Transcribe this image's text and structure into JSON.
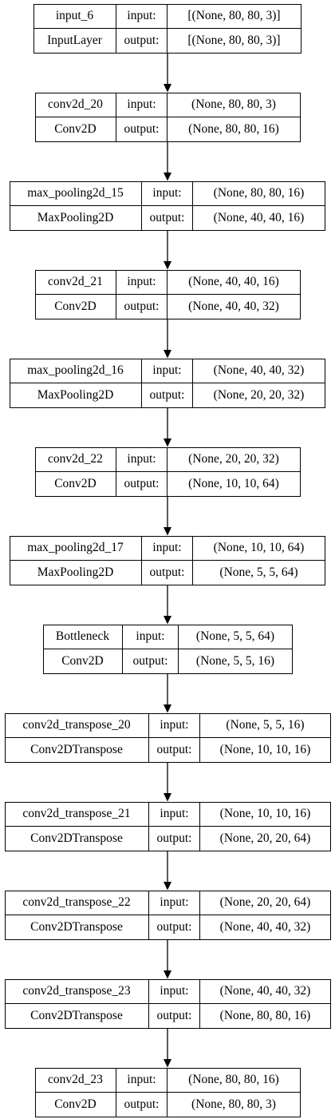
{
  "colors": {
    "stroke": "#000000",
    "background": "#ffffff"
  },
  "layers": [
    {
      "name": "input_6",
      "type": "InputLayer",
      "input_label": "input:",
      "output_label": "output:",
      "input": "[(None, 80, 80, 3)]",
      "output": "[(None, 80, 80, 3)]"
    },
    {
      "name": "conv2d_20",
      "type": "Conv2D",
      "input_label": "input:",
      "output_label": "output:",
      "input": "(None, 80, 80, 3)",
      "output": "(None, 80, 80, 16)"
    },
    {
      "name": "max_pooling2d_15",
      "type": "MaxPooling2D",
      "input_label": "input:",
      "output_label": "output:",
      "input": "(None, 80, 80, 16)",
      "output": "(None, 40, 40, 16)"
    },
    {
      "name": "conv2d_21",
      "type": "Conv2D",
      "input_label": "input:",
      "output_label": "output:",
      "input": "(None, 40, 40, 16)",
      "output": "(None, 40, 40, 32)"
    },
    {
      "name": "max_pooling2d_16",
      "type": "MaxPooling2D",
      "input_label": "input:",
      "output_label": "output:",
      "input": "(None, 40, 40, 32)",
      "output": "(None, 20, 20, 32)"
    },
    {
      "name": "conv2d_22",
      "type": "Conv2D",
      "input_label": "input:",
      "output_label": "output:",
      "input": "(None, 20, 20, 32)",
      "output": "(None, 10, 10, 64)"
    },
    {
      "name": "max_pooling2d_17",
      "type": "MaxPooling2D",
      "input_label": "input:",
      "output_label": "output:",
      "input": "(None, 10, 10, 64)",
      "output": "(None, 5, 5, 64)"
    },
    {
      "name": "Bottleneck",
      "type": "Conv2D",
      "input_label": "input:",
      "output_label": "output:",
      "input": "(None, 5, 5, 64)",
      "output": "(None, 5, 5, 16)"
    },
    {
      "name": "conv2d_transpose_20",
      "type": "Conv2DTranspose",
      "input_label": "input:",
      "output_label": "output:",
      "input": "(None, 5, 5, 16)",
      "output": "(None, 10, 10, 16)"
    },
    {
      "name": "conv2d_transpose_21",
      "type": "Conv2DTranspose",
      "input_label": "input:",
      "output_label": "output:",
      "input": "(None, 10, 10, 16)",
      "output": "(None, 20, 20, 64)"
    },
    {
      "name": "conv2d_transpose_22",
      "type": "Conv2DTranspose",
      "input_label": "input:",
      "output_label": "output:",
      "input": "(None, 20, 20, 64)",
      "output": "(None, 40, 40, 32)"
    },
    {
      "name": "conv2d_transpose_23",
      "type": "Conv2DTranspose",
      "input_label": "input:",
      "output_label": "output:",
      "input": "(None, 40, 40, 32)",
      "output": "(None, 80, 80, 16)"
    },
    {
      "name": "conv2d_23",
      "type": "Conv2D",
      "input_label": "input:",
      "output_label": "output:",
      "input": "(None, 80, 80, 16)",
      "output": "(None, 80, 80, 3)"
    }
  ]
}
